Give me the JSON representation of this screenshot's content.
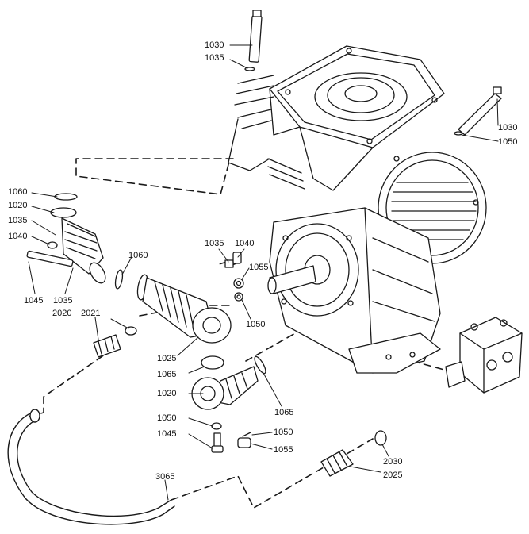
{
  "callouts": [
    {
      "id": "c1030a",
      "text": "1030"
    },
    {
      "id": "c1035a",
      "text": "1035"
    },
    {
      "id": "c1030b",
      "text": "1030"
    },
    {
      "id": "c1050a",
      "text": "1050"
    },
    {
      "id": "c1060a",
      "text": "1060"
    },
    {
      "id": "c1020a",
      "text": "1020"
    },
    {
      "id": "c1035b",
      "text": "1035"
    },
    {
      "id": "c1040a",
      "text": "1040"
    },
    {
      "id": "c1045a",
      "text": "1045"
    },
    {
      "id": "c1035c",
      "text": "1035"
    },
    {
      "id": "c1060b",
      "text": "1060"
    },
    {
      "id": "c1035d",
      "text": "1035"
    },
    {
      "id": "c1040b",
      "text": "1040"
    },
    {
      "id": "c1055a",
      "text": "1055"
    },
    {
      "id": "c1050b",
      "text": "1050"
    },
    {
      "id": "c2020",
      "text": "2020"
    },
    {
      "id": "c2021",
      "text": "2021"
    },
    {
      "id": "c1025",
      "text": "1025"
    },
    {
      "id": "c1065a",
      "text": "1065"
    },
    {
      "id": "c1020b",
      "text": "1020"
    },
    {
      "id": "c1065b",
      "text": "1065"
    },
    {
      "id": "c1050c",
      "text": "1050"
    },
    {
      "id": "c1045b",
      "text": "1045"
    },
    {
      "id": "c1050d",
      "text": "1050"
    },
    {
      "id": "c1055b",
      "text": "1055"
    },
    {
      "id": "c2030",
      "text": "2030"
    },
    {
      "id": "c2025",
      "text": "2025"
    },
    {
      "id": "c3065",
      "text": "3065"
    }
  ]
}
